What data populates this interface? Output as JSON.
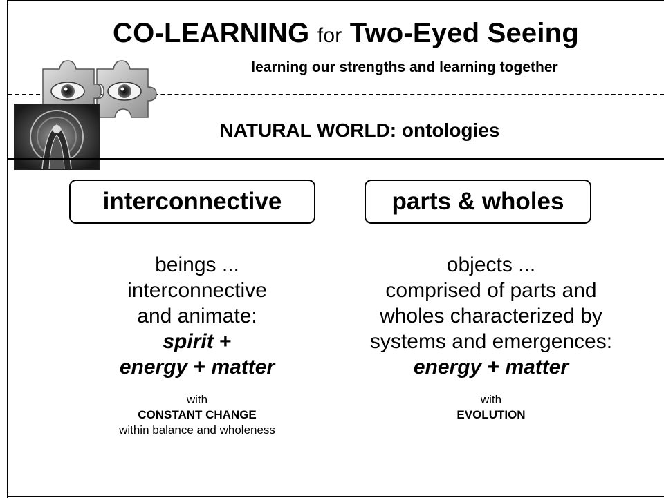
{
  "title": {
    "part1": "CO-LEARNING",
    "part2": "for",
    "part3": "Two-Eyed Seeing"
  },
  "subtitle": "learning our strengths and learning together",
  "section_heading": "NATURAL WORLD:  ontologies",
  "left": {
    "box_label": "interconnective",
    "lines": [
      "beings ...",
      "interconnective",
      "and animate:"
    ],
    "emphasis_1": "spirit",
    "emphasis_plus_1": "+",
    "emphasis_2": "energy",
    "emphasis_plus_2": "+",
    "emphasis_3": "matter",
    "note_with": "with",
    "note_bold": "CONSTANT CHANGE",
    "note_tail": "within balance and wholeness"
  },
  "right": {
    "box_label": "parts & wholes",
    "lines": [
      "objects ...",
      "comprised of parts and",
      "wholes characterized by",
      "systems and emergences:"
    ],
    "emphasis_1": "energy",
    "emphasis_plus": "+",
    "emphasis_2": "matter",
    "note_with": "with",
    "note_bold": "EVOLUTION"
  },
  "colors": {
    "ink": "#000000",
    "paper": "#ffffff",
    "puzzle_light": "#cfcfcf",
    "puzzle_dark": "#6e6e6e"
  },
  "icons": [
    "two-eyed-puzzle-icon",
    "emblem-image-icon"
  ]
}
